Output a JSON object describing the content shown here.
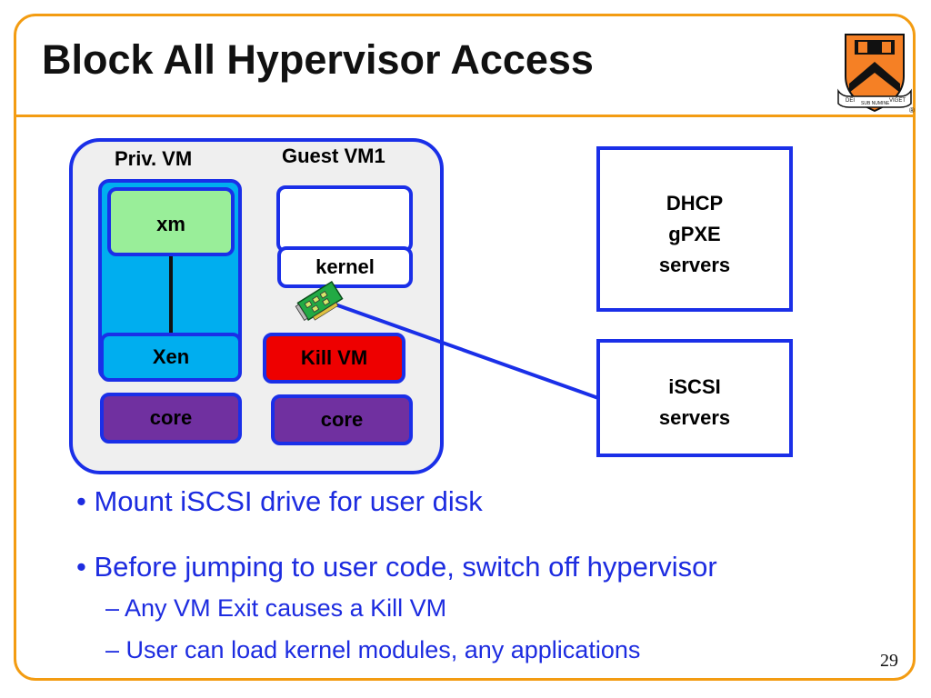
{
  "title": "Block All Hypervisor Access",
  "logo": {
    "name": "princeton-shield",
    "banner_left": "DEI",
    "banner_center": "SUB NUMINE",
    "banner_right": "VIGET",
    "mark": "®",
    "colors": {
      "orange": "#f58025",
      "black": "#111111"
    }
  },
  "diagram": {
    "priv_vm_label": "Priv. VM",
    "guest_vm_label": "Guest VM1",
    "xm": "xm",
    "xen": "Xen",
    "core_left": "core",
    "kernel": "kernel",
    "kill_vm": "Kill VM",
    "core_right": "core",
    "dhcp_server": [
      "DHCP",
      "gPXE",
      "servers"
    ],
    "iscsi_server": [
      "iSCSI",
      "servers"
    ],
    "nic_icon": "network-card-icon",
    "colors": {
      "border": "#1a2fe8",
      "priv_vm_fill": "#00aeef",
      "xm_fill": "#99ee99",
      "kill_fill": "#ee0000",
      "core_fill": "#7030a0",
      "guest_bg": "#efefef"
    }
  },
  "bullets": [
    {
      "level": 1,
      "text": "Mount iSCSI drive for user disk"
    },
    {
      "level": 1,
      "text": "Before jumping to user code, switch off hypervisor"
    },
    {
      "level": 2,
      "text": "Any VM Exit causes a Kill VM"
    },
    {
      "level": 2,
      "text": "User can load kernel modules, any applications"
    }
  ],
  "page_number": "29",
  "accent_color": "#f39c12",
  "bullet_color": "#1d2ce0"
}
